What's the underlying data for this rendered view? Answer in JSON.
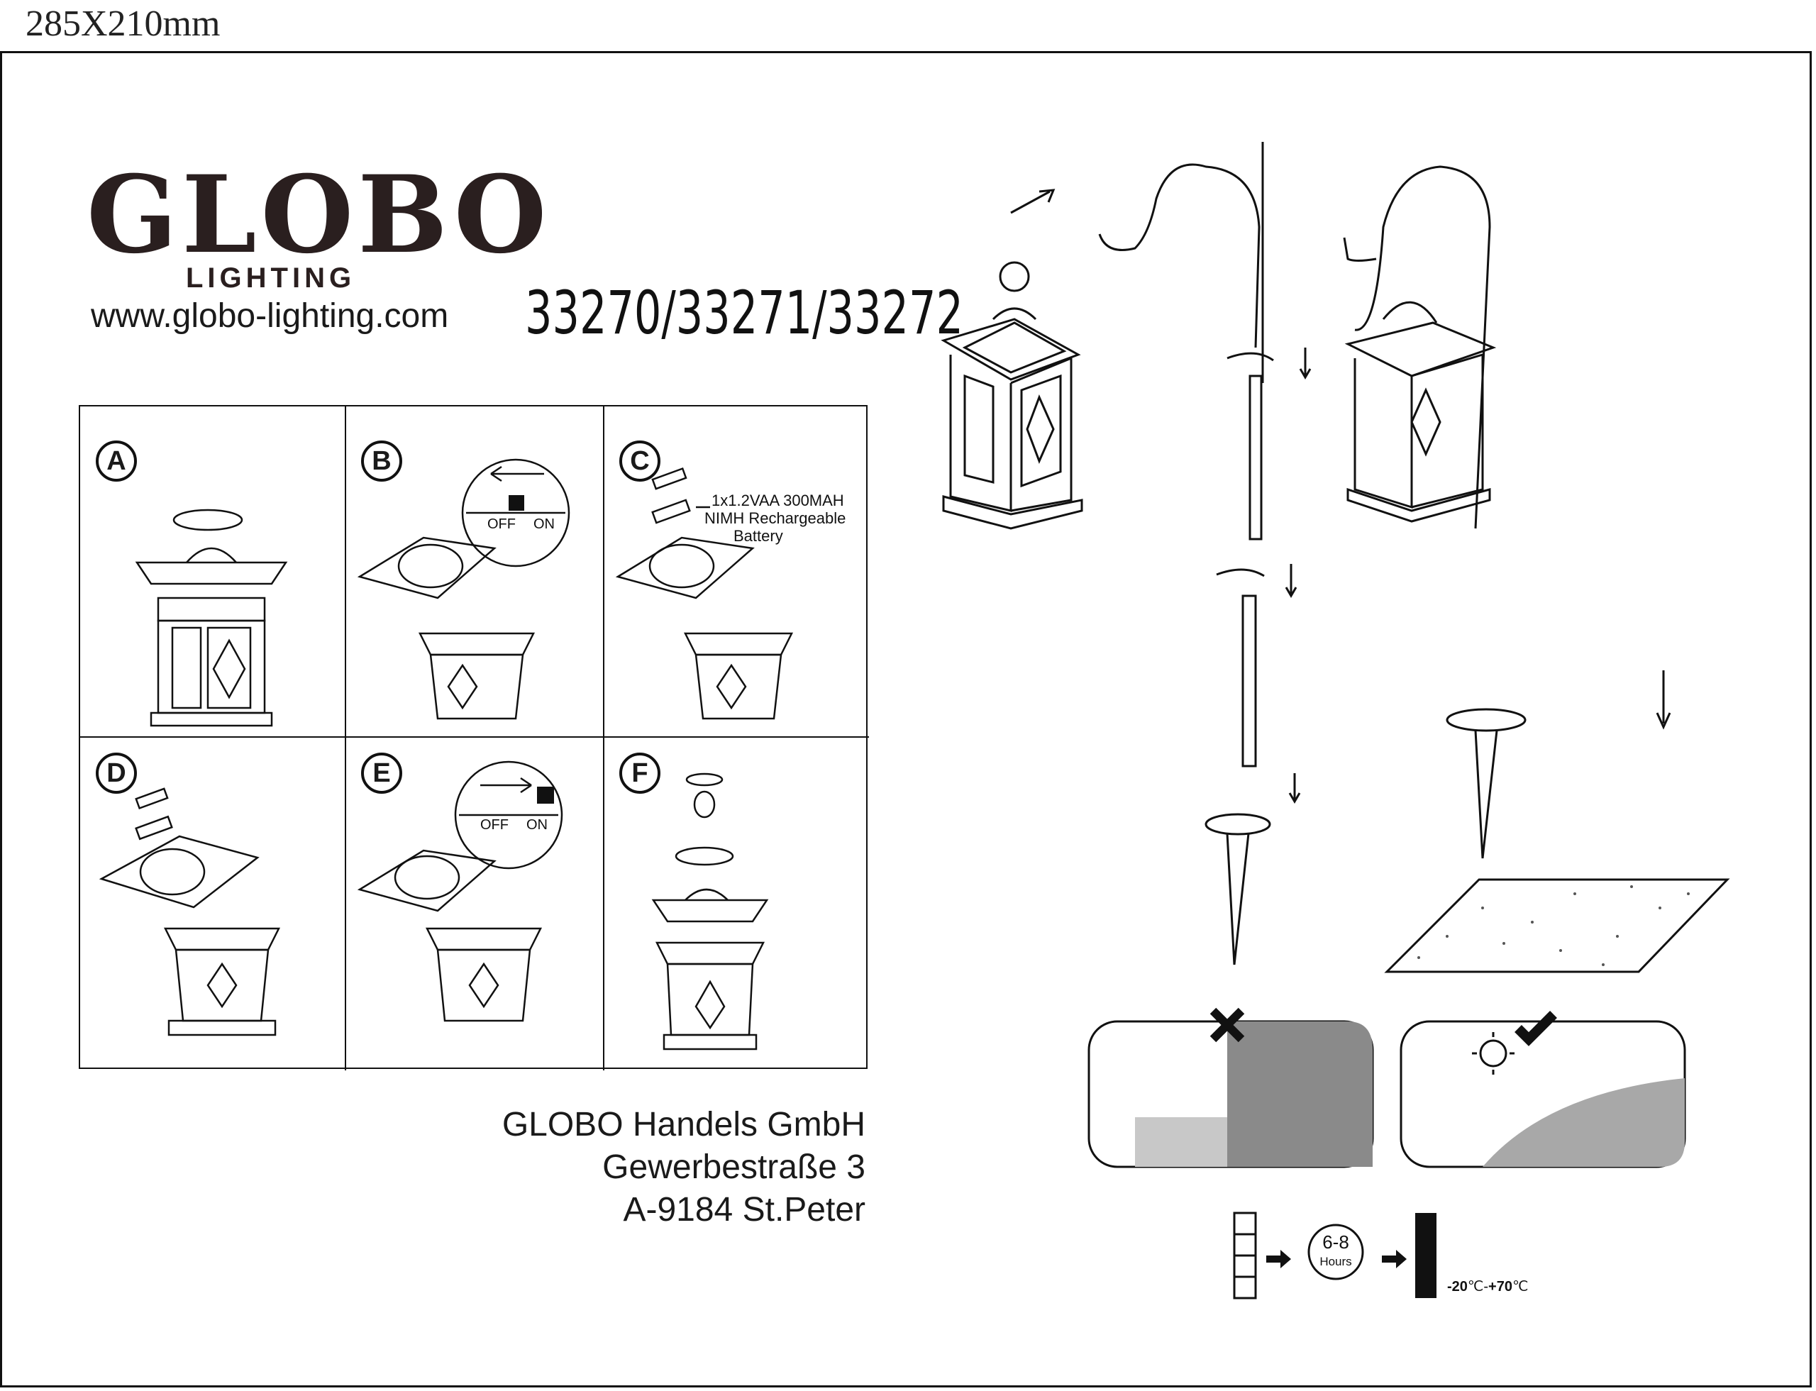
{
  "header": {
    "dimensions": "285X210mm",
    "brand": "GLOBO",
    "brand_sub": "LIGHTING",
    "website": "www.globo-lighting.com",
    "model_numbers": "33270/33271/33272"
  },
  "steps": [
    {
      "letter": "A"
    },
    {
      "letter": "B",
      "switch_off": "OFF",
      "switch_on": "ON"
    },
    {
      "letter": "C",
      "battery_line1": "1x1.2VAA 300MAH",
      "battery_line2": "NIMH Rechargeable",
      "battery_line3": "Battery"
    },
    {
      "letter": "D"
    },
    {
      "letter": "E",
      "switch_off": "OFF",
      "switch_on": "ON"
    },
    {
      "letter": "F"
    }
  ],
  "company": {
    "name": "GLOBO Handels GmbH",
    "street": "Gewerbestraße 3",
    "city": "A-9184 St.Peter"
  },
  "charging": {
    "hours_range": "6-8",
    "hours_label": "Hours",
    "temp_low": "-20",
    "temp_unit_low": "℃",
    "temp_sep": "-",
    "temp_high": "+70",
    "temp_unit_high": "℃"
  },
  "icons": [
    "rotate-arrow-icon",
    "arrow-icon",
    "sun-icon",
    "cross-icon",
    "check-icon",
    "battery-empty-icon",
    "battery-full-icon"
  ]
}
